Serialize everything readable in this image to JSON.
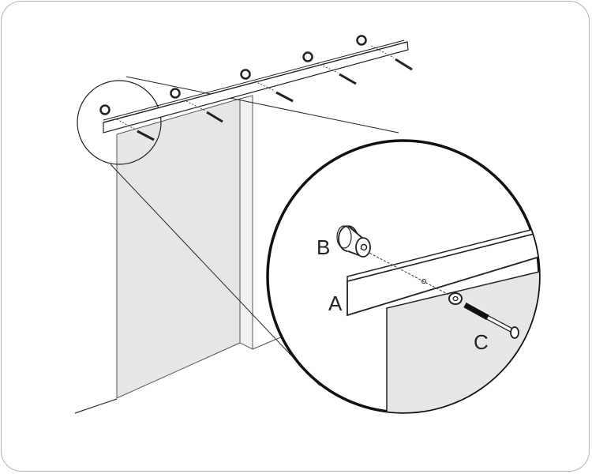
{
  "labels": {
    "a": "A",
    "b": "B",
    "c": "C"
  },
  "colors": {
    "line": "#1a1a1a",
    "panel": "#e6e6e6",
    "frame": "#b5b5b5"
  }
}
